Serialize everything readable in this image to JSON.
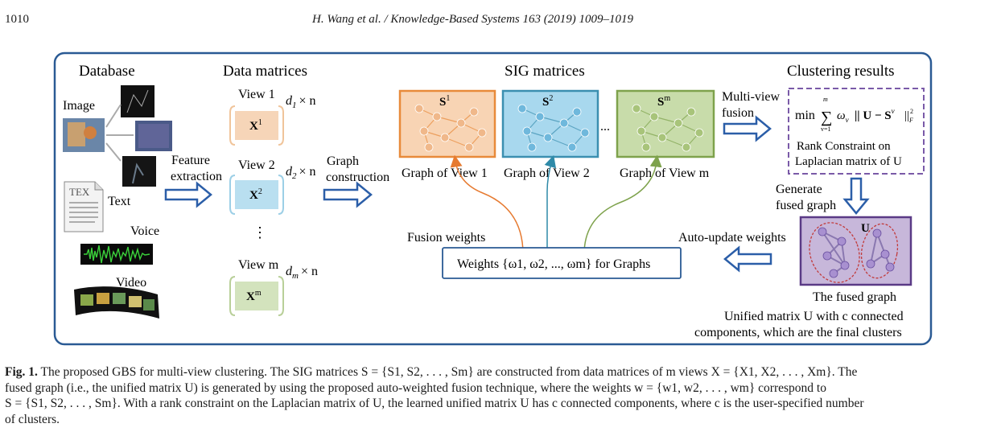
{
  "header": {
    "page_number": "1010",
    "running_head": "H. Wang et al. / Knowledge-Based Systems 163 (2019) 1009–1019"
  },
  "figure": {
    "sections": {
      "database": "Database",
      "data_matrices": "Data matrices",
      "sig_matrices": "SIG matrices",
      "clustering_results": "Clustering results"
    },
    "database_items": {
      "image": "Image",
      "text": "Text",
      "voice": "Voice",
      "video": "Video",
      "tex_logo": "TEX"
    },
    "feature_extraction": [
      "Feature",
      "extraction"
    ],
    "views": [
      {
        "label": "View 1",
        "dim": "d",
        "sub": "1",
        "matrix": "X",
        "sup": "1",
        "color": "#f6d5b8"
      },
      {
        "label": "View 2",
        "dim": "d",
        "sub": "2",
        "matrix": "X",
        "sup": "2",
        "color": "#b9dff0"
      },
      {
        "label": "View m",
        "dim": "d",
        "sub": "m",
        "matrix": "X",
        "sup": "m",
        "color": "#d3e3bd"
      }
    ],
    "dim_suffix": "× n",
    "vdots": "⋮",
    "graph_construction": [
      "Graph",
      "construction"
    ],
    "graphs": [
      {
        "symbol": "S",
        "sup": "1",
        "caption": "Graph of View 1",
        "fill": "#f8d4b4",
        "stroke": "#e88a3a",
        "node": "#f0b88a"
      },
      {
        "symbol": "S",
        "sup": "2",
        "caption": "Graph of View 2",
        "fill": "#a8d8ee",
        "stroke": "#3b8fb0",
        "node": "#6fb8dc"
      },
      {
        "symbol": "S",
        "sup": "m",
        "caption": "Graph of View m",
        "fill": "#c8dcaa",
        "stroke": "#7ea24c",
        "node": "#a8c47a"
      }
    ],
    "hdots": "...",
    "multiview_fusion": [
      "Multi-view",
      "fusion"
    ],
    "objective": {
      "min": "min",
      "sum_top": "m",
      "sum_bottom": "v=1",
      "body": "ω",
      "body_sub": "v",
      "norm": "|| U − S",
      "norm_sup": "v",
      "tail": "||",
      "tail_sup": "2",
      "tail_sub": "F"
    },
    "rank_constraint": [
      "Rank Constraint on",
      "Laplacian matrix of U"
    ],
    "generate_fused": [
      "Generate",
      "fused graph"
    ],
    "fusion_weights": "Fusion weights",
    "weights_box": "Weights {ω1, ω2, ..., ωm} for Graphs",
    "auto_update": "Auto-update weights",
    "fused_symbol": "U",
    "fused_caption": "The fused graph",
    "unified": [
      "Unified matrix U with c connected",
      "components, which are the final clusters"
    ],
    "colors": {
      "frame": "#2a5a94",
      "arrow": "#2b5ea8",
      "dashed": "#7a5aa8",
      "fused_fill": "#c7b7da",
      "fused_stroke": "#5a3a86",
      "cluster_ring": "#c23a3a"
    }
  },
  "caption": {
    "label": "Fig. 1.",
    "lines": [
      "The proposed GBS for multi-view clustering. The SIG matrices S = {S1, S2, . . . , Sm} are constructed from data matrices of m views X = {X1, X2, . . . , Xm}. The",
      "fused graph (i.e., the unified matrix U) is generated by using the proposed auto-weighted fusion technique, where the weights w = {w1, w2, . . . , wm} correspond to",
      "S = {S1, S2, . . . , Sm}. With a rank constraint on the Laplacian matrix of U, the learned unified matrix U has c connected components, where c is the user-specified number",
      "of clusters."
    ]
  }
}
